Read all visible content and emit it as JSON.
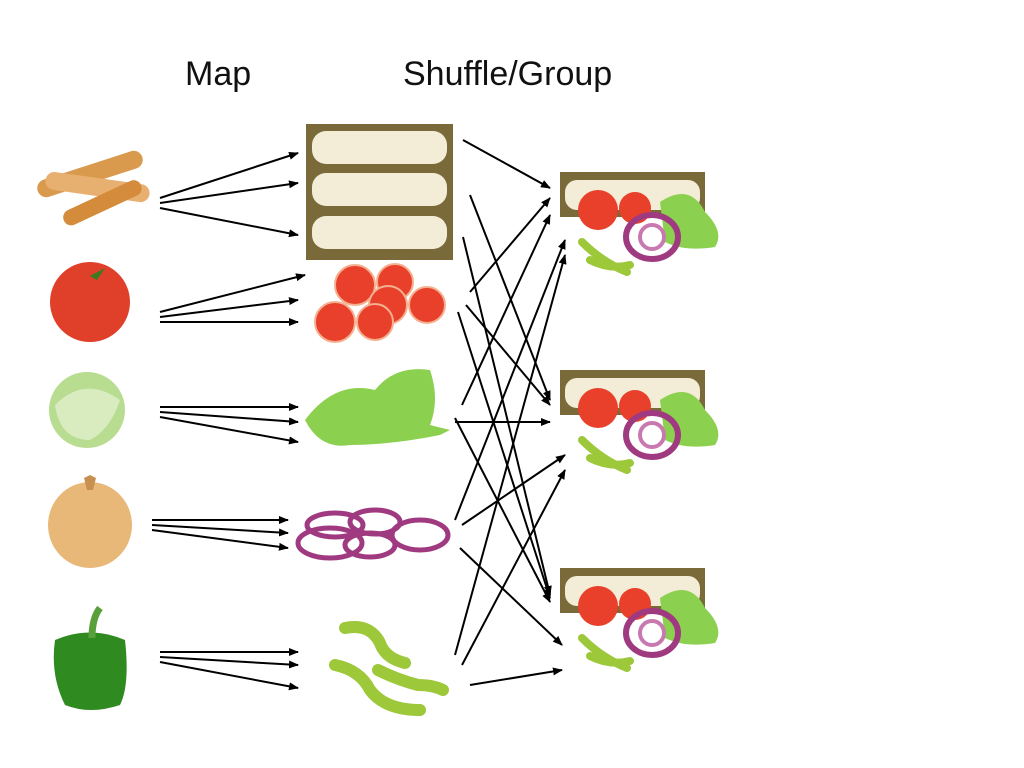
{
  "headings": {
    "map": "Map",
    "shuffle": "Shuffle/Group"
  },
  "ingredients": [
    "baguette",
    "tomato",
    "lettuce",
    "onion",
    "green-pepper"
  ],
  "mapped": [
    "bread-slices",
    "tomato-slices",
    "lettuce-leaves",
    "onion-rings",
    "pepper-strips"
  ],
  "outputs": [
    "sandwich",
    "sandwich",
    "sandwich"
  ],
  "colors": {
    "arrow": "#000000",
    "bread": "#e8b070",
    "tomato": "#e8402a",
    "lettuce": "#8cd050",
    "onion": "#b04a8a",
    "pepper": "#9cc83a"
  }
}
